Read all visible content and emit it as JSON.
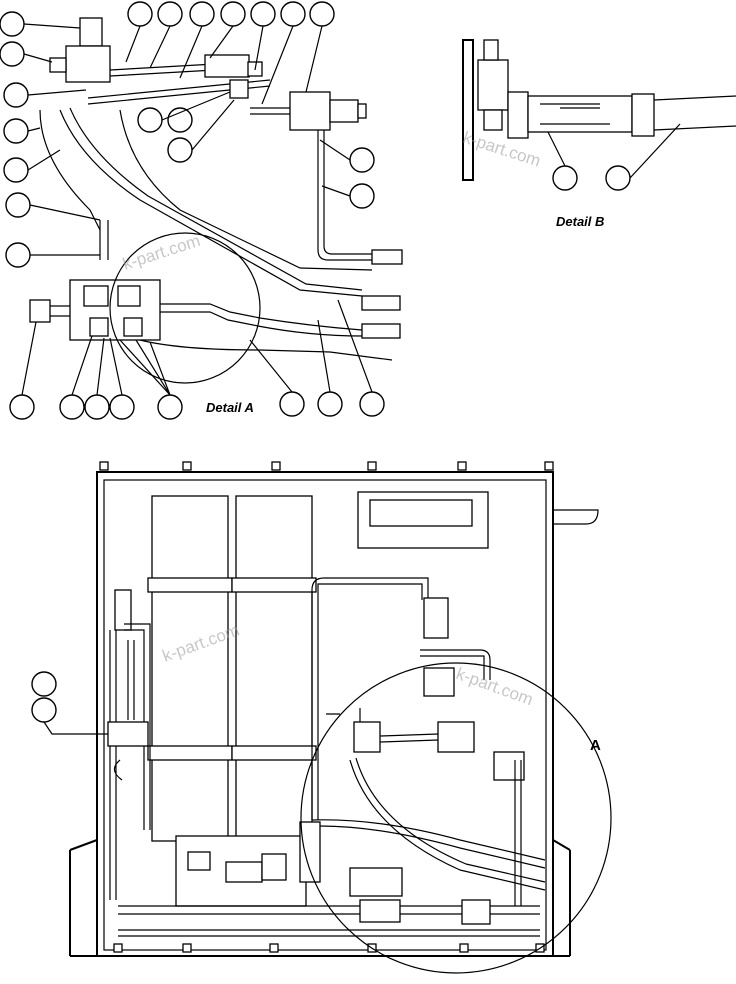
{
  "labels": {
    "detail_a": "Detail A",
    "detail_b": "Detail B",
    "view_marker": "A"
  },
  "watermarks": [
    "k-part.com",
    "k-part.com",
    "k-part.com",
    "k-part.com"
  ]
}
